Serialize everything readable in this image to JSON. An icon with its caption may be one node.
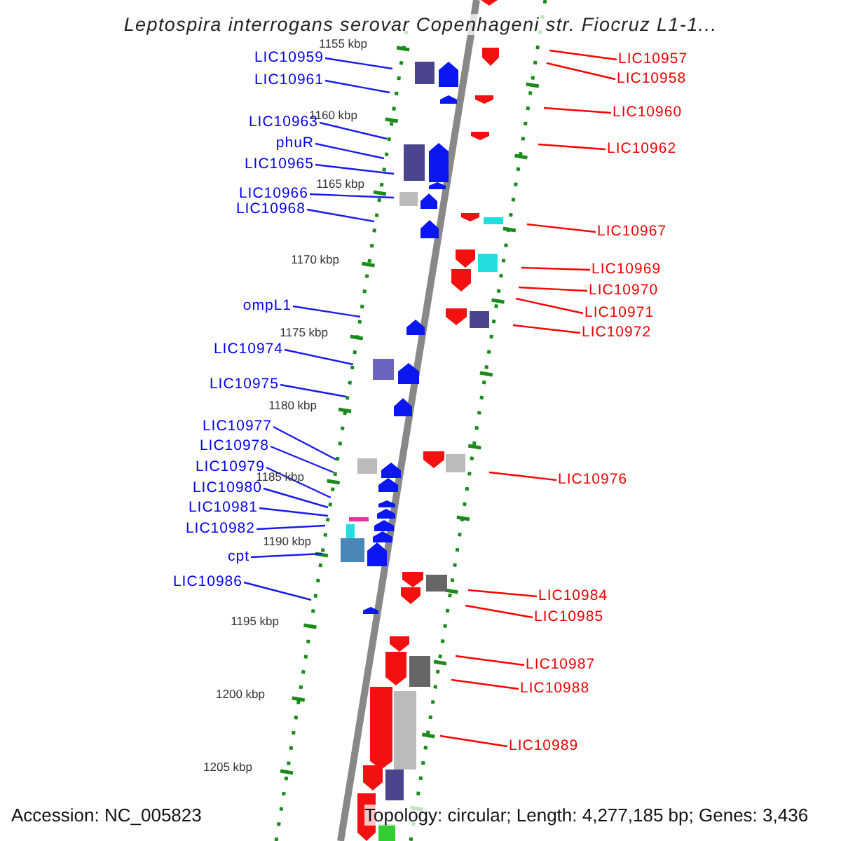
{
  "diagram": {
    "title": "Leptospira interrogans serovar Copenhageni str. Fiocruz L1-1...",
    "nodes": [
      {
        "text": [
          "LIC10959"
        ]
      },
      {
        "text": [
          "LIC10957"
        ]
      },
      {
        "text": [
          "LIC10958"
        ]
      },
      {
        "text": [
          "LIC10961"
        ]
      },
      {
        "text": [
          "LIC10960"
        ]
      },
      {
        "text": [
          "LIC10963"
        ]
      },
      {
        "text": [
          "phuR"
        ]
      },
      {
        "text": [
          "LIC10962"
        ]
      },
      {
        "text": [
          "LIC10965"
        ]
      },
      {
        "text": [
          "LIC10966"
        ]
      },
      {
        "text": [
          "LIC10968"
        ]
      },
      {
        "text": [
          "LIC10967"
        ]
      },
      {
        "text": [
          "LIC10969"
        ]
      },
      {
        "text": [
          "LIC10970"
        ]
      },
      {
        "text": [
          "ompL1"
        ]
      },
      {
        "text": [
          "LIC10971"
        ]
      },
      {
        "text": [
          "LIC10972"
        ]
      },
      {
        "text": [
          "LIC10974"
        ]
      },
      {
        "text": [
          "LIC10975"
        ]
      },
      {
        "text": [
          "LIC10977"
        ]
      },
      {
        "text": [
          "LIC10978"
        ]
      },
      {
        "text": [
          "LIC10979"
        ]
      },
      {
        "text": [
          "LIC10976"
        ]
      },
      {
        "text": [
          "LIC10980"
        ]
      },
      {
        "text": [
          "LIC10981"
        ]
      },
      {
        "text": [
          "LIC10982"
        ]
      },
      {
        "text": [
          "cpt"
        ]
      },
      {
        "text": [
          "LIC10986"
        ]
      },
      {
        "text": [
          "LIC10984"
        ]
      },
      {
        "text": [
          "LIC10985"
        ]
      },
      {
        "text": [
          "LIC10987"
        ]
      },
      {
        "text": [
          "LIC10988"
        ]
      },
      {
        "text": [
          "LIC10989"
        ]
      }
    ],
    "edges": [
      {
        "from": 0,
        "to": null,
        "arrow": "none"
      },
      {
        "from": 1,
        "to": null,
        "arrow": "none",
        "color": "#ff0000"
      },
      {
        "from": 2,
        "to": null,
        "arrow": "none",
        "color": "#ff0000"
      },
      {
        "from": 3,
        "to": null,
        "arrow": "none"
      },
      {
        "from": 4,
        "to": null,
        "arrow": "none",
        "color": "#ff0000"
      },
      {
        "from": 5,
        "to": null,
        "arrow": "none"
      },
      {
        "from": 6,
        "to": null,
        "arrow": "none"
      },
      {
        "from": 7,
        "to": null,
        "arrow": "none",
        "color": "#ff0000"
      },
      {
        "from": 8,
        "to": null,
        "arrow": "none"
      },
      {
        "from": 9,
        "to": null,
        "arrow": "none"
      },
      {
        "from": 10,
        "to": null,
        "arrow": "none"
      },
      {
        "from": 11,
        "to": null,
        "arrow": "none",
        "color": "#ff0000"
      },
      {
        "from": 12,
        "to": null,
        "arrow": "none",
        "color": "#ff0000"
      },
      {
        "from": 13,
        "to": null,
        "arrow": "none",
        "color": "#ff0000"
      },
      {
        "from": 14,
        "to": null,
        "arrow": "none"
      },
      {
        "from": 15,
        "to": null,
        "arrow": "none",
        "color": "#ff0000"
      },
      {
        "from": 16,
        "to": null,
        "arrow": "none",
        "color": "#ff0000"
      },
      {
        "from": 17,
        "to": null,
        "arrow": "none"
      },
      {
        "from": 18,
        "to": null,
        "arrow": "none"
      },
      {
        "from": 19,
        "to": null,
        "arrow": "none"
      },
      {
        "from": 20,
        "to": null,
        "arrow": "none"
      },
      {
        "from": 21,
        "to": null,
        "arrow": "none"
      },
      {
        "from": 22,
        "to": null,
        "arrow": "none",
        "color": "#ff0000"
      },
      {
        "from": 23,
        "to": null,
        "arrow": "none"
      },
      {
        "from": 24,
        "to": null,
        "arrow": "none"
      },
      {
        "from": 25,
        "to": null,
        "arrow": "none"
      },
      {
        "from": 26,
        "to": null,
        "arrow": "none"
      },
      {
        "from": 27,
        "to": null,
        "arrow": "none"
      },
      {
        "from": 28,
        "to": null,
        "arrow": "none",
        "color": "#ff0000"
      },
      {
        "from": 29,
        "to": null,
        "arrow": "none",
        "color": "#ff0000"
      },
      {
        "from": 30,
        "to": null,
        "arrow": "none",
        "color": "#ff0000"
      },
      {
        "from": 31,
        "to": null,
        "arrow": "none",
        "color": "#ff0000"
      },
      {
        "from": 32,
        "to": null,
        "arrow": "none",
        "color": "#ff0000"
      }
    ],
    "labels": [
      "1155 kbp",
      "1160 kbp",
      "1165 kbp",
      "1170 kbp",
      "1175 kbp",
      "1180 kbp",
      "1185 kbp",
      "1190 kbp",
      "1195 kbp",
      "1200 kbp",
      "1205 kbp",
      "Accession: NC_005823",
      "Topology: circular; Length: 4,277,185 bp; Genes: 3,436"
    ]
  }
}
